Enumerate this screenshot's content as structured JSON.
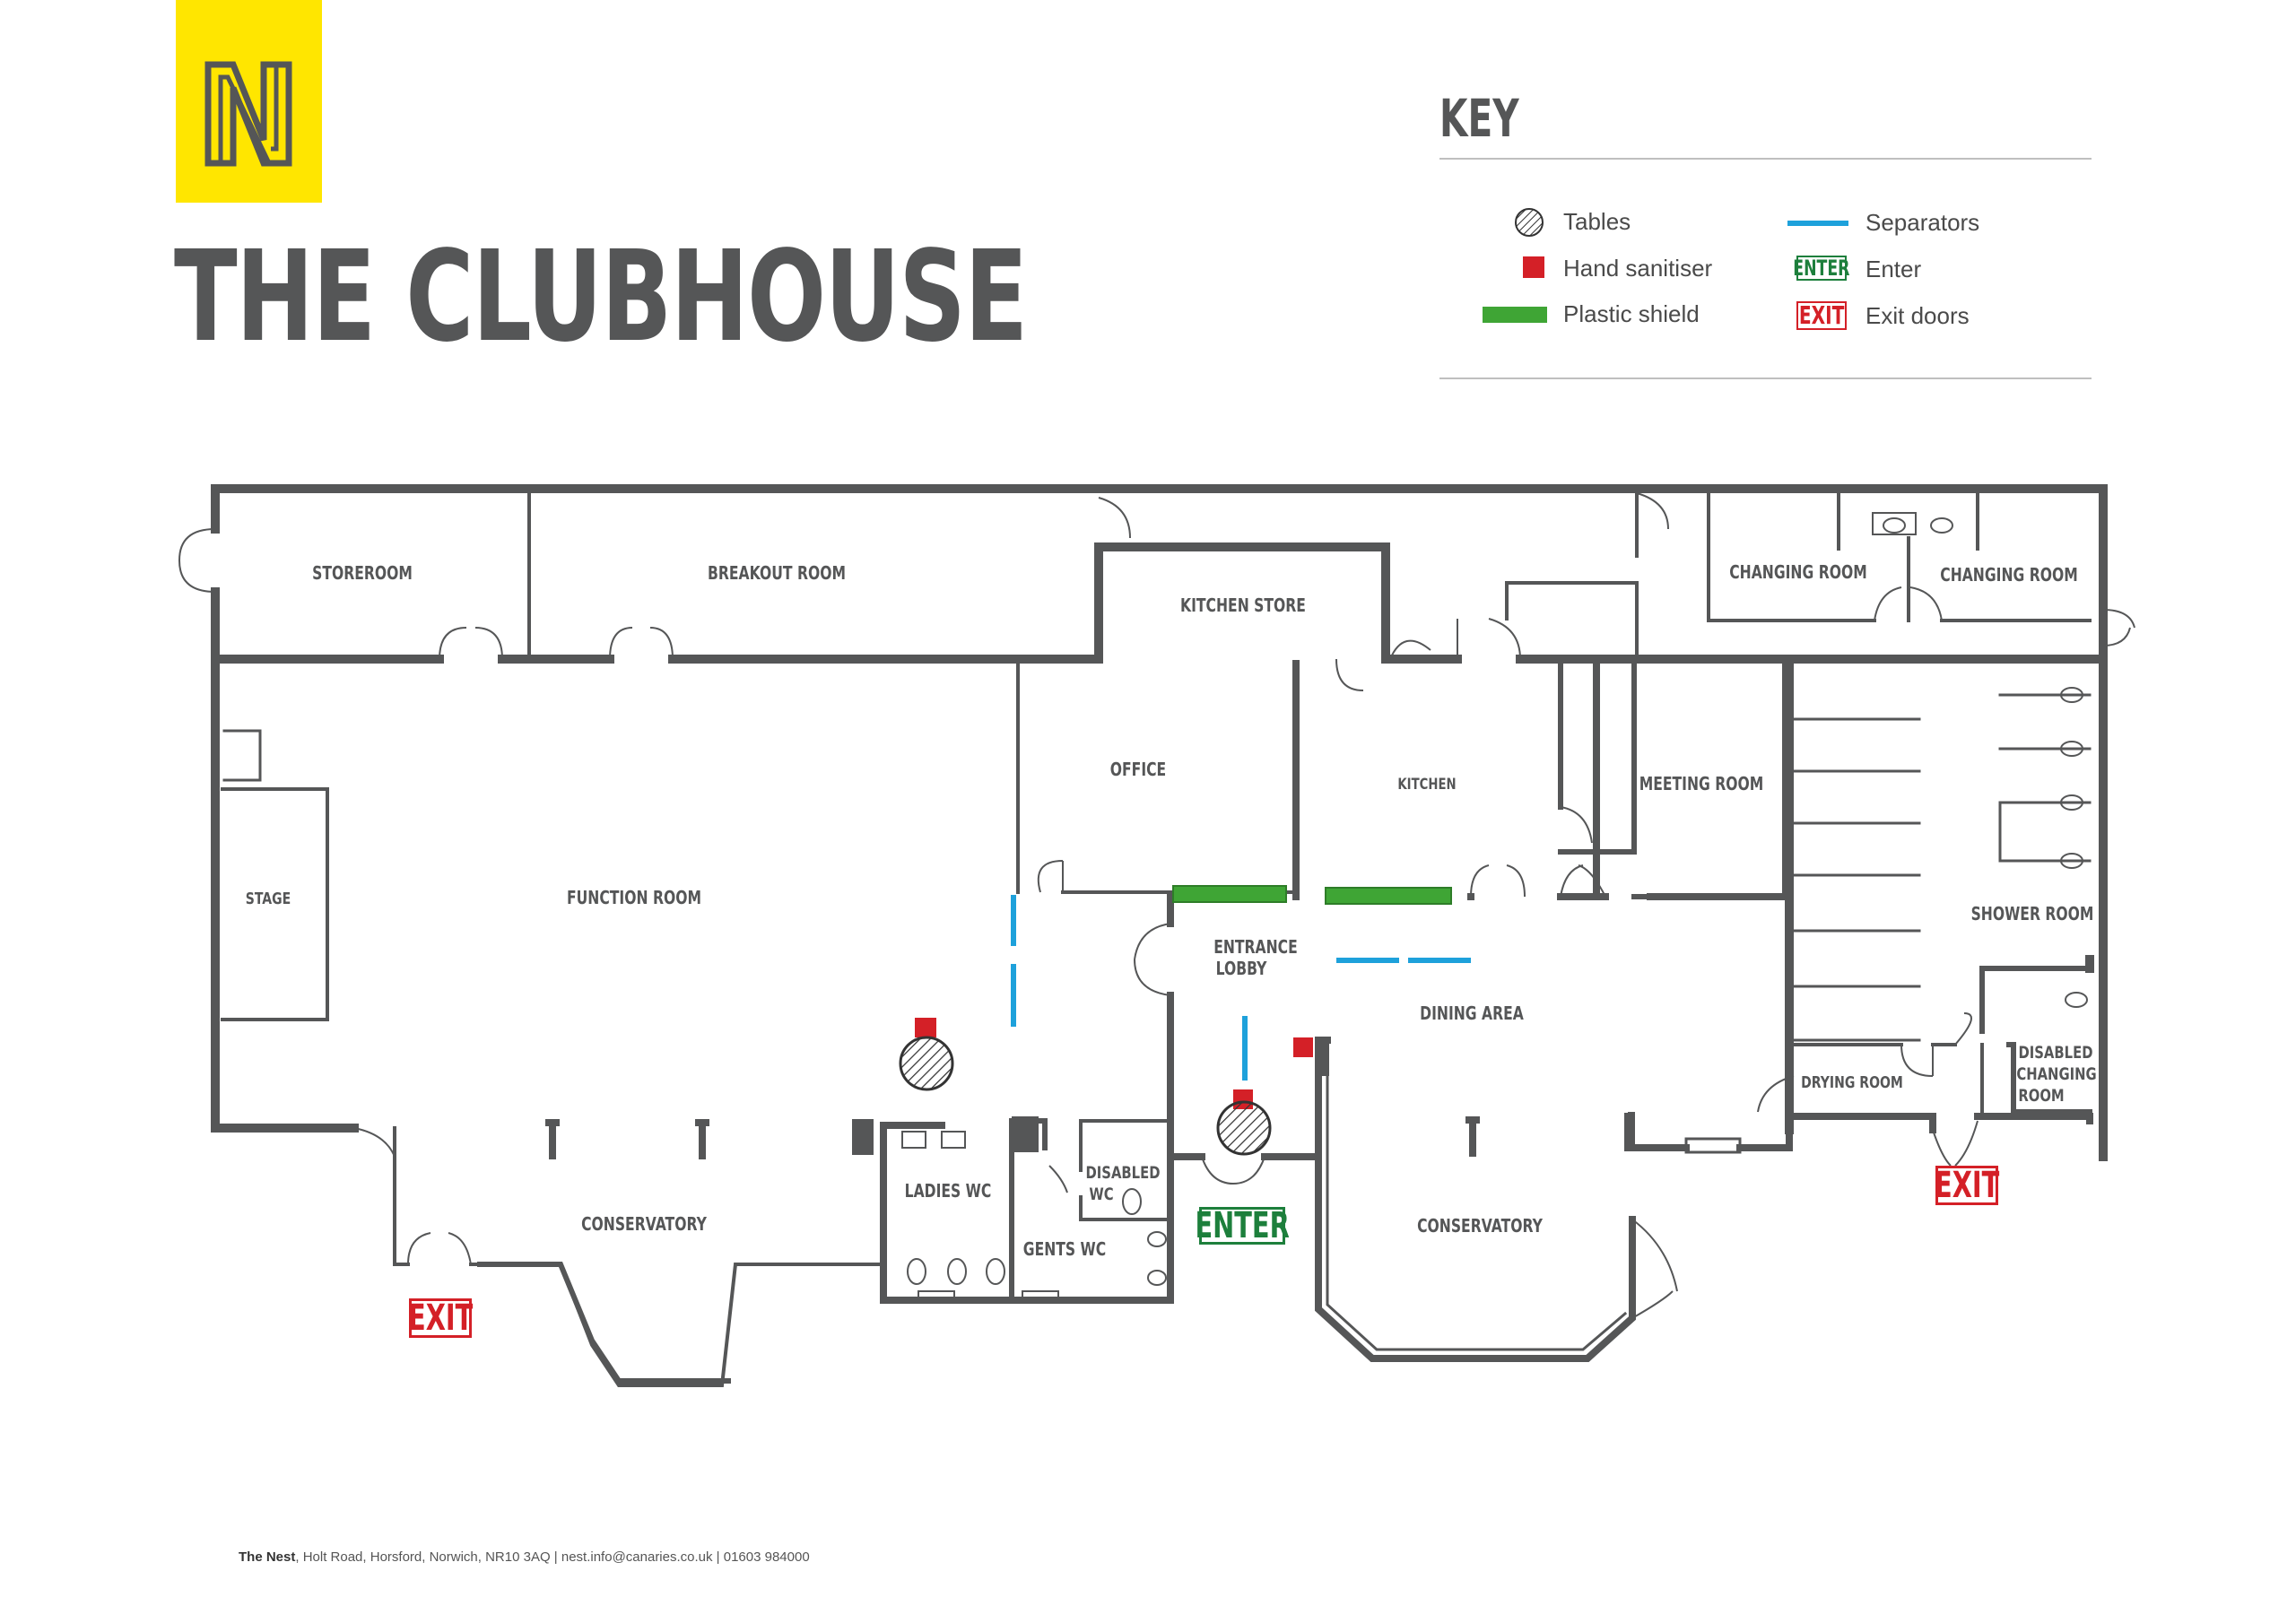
{
  "title": "THE CLUBHOUSE",
  "logo": {
    "letter": "N",
    "color": "#ffe600"
  },
  "key": {
    "heading": "KEY",
    "items": [
      {
        "icon": "table-icon",
        "label": "Tables"
      },
      {
        "icon": "hand-sanitiser-icon",
        "label": "Hand sanitiser",
        "color": "#d42027"
      },
      {
        "icon": "plastic-shield-icon",
        "label": "Plastic shield",
        "color": "#3fa535"
      },
      {
        "icon": "separator-icon",
        "label": "Separators",
        "color": "#1ea1db"
      },
      {
        "icon": "enter-badge-icon",
        "label": "Enter",
        "badge": "ENTER",
        "color": "#1d7f3c"
      },
      {
        "icon": "exit-badge-icon",
        "label": "Exit doors",
        "badge": "EXIT",
        "color": "#d42027"
      }
    ]
  },
  "rooms": {
    "storeroom": "STOREROOM",
    "breakout_room": "BREAKOUT ROOM",
    "kitchen_store": "KITCHEN STORE",
    "changing_room_1": "CHANGING ROOM",
    "changing_room_2": "CHANGING ROOM",
    "stage": "STAGE",
    "function_room": "FUNCTION ROOM",
    "office": "OFFICE",
    "kitchen": "KITCHEN",
    "meeting_room": "MEETING ROOM",
    "shower_room": "SHOWER ROOM",
    "entrance_lobby_1": "ENTRANCE",
    "entrance_lobby_2": "LOBBY",
    "dining_area": "DINING AREA",
    "drying_room": "DRYING ROOM",
    "disabled_changing_1": "DISABLED",
    "disabled_changing_2": "CHANGING",
    "disabled_changing_3": "ROOM",
    "ladies_wc": "LADIES WC",
    "disabled_wc_1": "DISABLED",
    "disabled_wc_2": "WC",
    "gents_wc": "GENTS WC",
    "conservatory_left": "CONSERVATORY",
    "conservatory_right": "CONSERVATORY"
  },
  "markers": {
    "exit_left": "EXIT",
    "exit_right": "EXIT",
    "enter": "ENTER"
  },
  "colors": {
    "wall": "#555657",
    "sanitiser": "#d42027",
    "shield": "#3fa535",
    "separator": "#1ea1db"
  },
  "footer": {
    "venue": "The Nest",
    "details": ", Holt Road, Horsford, Norwich, NR10 3AQ | nest.info@canaries.co.uk | 01603 984000"
  }
}
